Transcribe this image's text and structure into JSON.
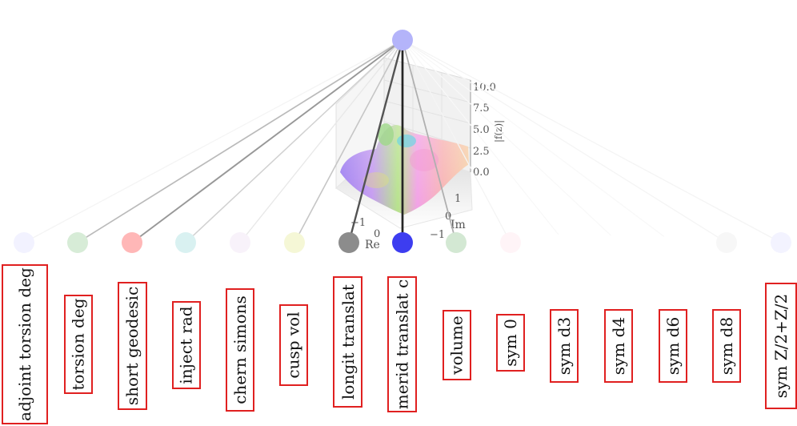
{
  "root": {
    "color": "#b4b4fa"
  },
  "nodes": [
    {
      "label": "adjoint_torsion_deg",
      "color": "#f2f2ff",
      "weight": 0.05
    },
    {
      "label": "torsion_deg",
      "color": "#d7ecd7",
      "weight": 0.3
    },
    {
      "label": "short_geodesic",
      "color": "#ffb7b7",
      "weight": 0.45
    },
    {
      "label": "inject_rad",
      "color": "#d9f1f1",
      "weight": 0.2
    },
    {
      "label": "chern_simons",
      "color": "#f8f2fa",
      "weight": 0.1
    },
    {
      "label": "cusp_vol",
      "color": "#f5f7d6",
      "weight": 0.25
    },
    {
      "label": "longit_translat",
      "color": "#8c8c8c",
      "weight": 0.75
    },
    {
      "label": "merid_translat_c",
      "color": "#3d3df0",
      "weight": 0.95
    },
    {
      "label": "volume",
      "color": "#d3e8d3",
      "weight": 0.35
    },
    {
      "label": "sym_0",
      "color": "#fff4f7",
      "weight": 0.05
    },
    {
      "label": "sym_d3",
      "color": "#ffffff",
      "weight": 0.03
    },
    {
      "label": "sym_d4",
      "color": "#ffffff",
      "weight": 0.03
    },
    {
      "label": "sym_d6",
      "color": "#ffffff",
      "weight": 0.03
    },
    {
      "label": "sym_d8",
      "color": "#f7f7f7",
      "weight": 0.05
    },
    {
      "label": "sym_Z/2+Z/2",
      "color": "#f3f3ff",
      "weight": 0.05
    }
  ],
  "surface_plot": {
    "z_axis_label": "|f(z)|",
    "z_ticks": [
      "10.0",
      "7.5",
      "5.0",
      "2.5",
      "0.0"
    ],
    "re_axis_label": "Re",
    "re_ticks": [
      "−1",
      "0"
    ],
    "im_axis_label": "Im",
    "im_ticks": [
      "1",
      "0",
      "−1"
    ]
  },
  "labels": [
    "adjoint torsion deg",
    "torsion deg",
    "short geodesic",
    "inject rad",
    "chern simons",
    "cusp vol",
    "longit translat",
    "merid translat c",
    "volume",
    "sym 0",
    "sym d3",
    "sym d4",
    "sym d6",
    "sym d8",
    "sym Z/2+Z/2"
  ]
}
